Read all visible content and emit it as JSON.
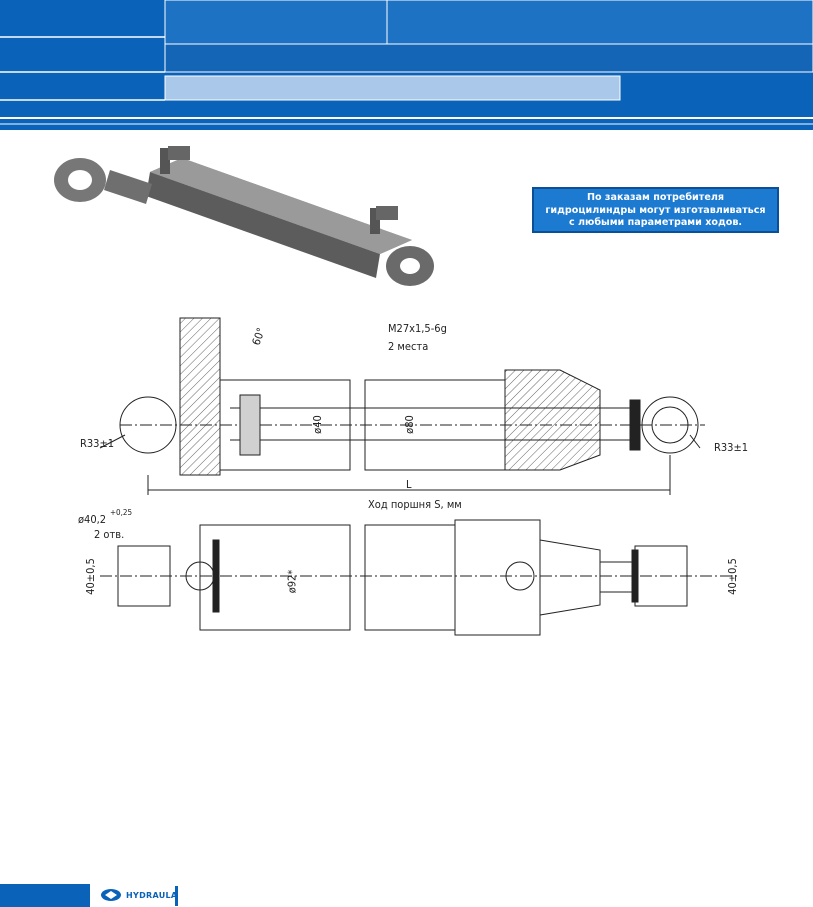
{
  "note": {
    "line1": "По заказам потребителя",
    "line2": "гидроцилиндры могут изготавливаться",
    "line3": "с любыми параметрами ходов."
  },
  "drawing": {
    "thread_label": "М27х1,5-6g",
    "thread_count": "2 места",
    "angle": "60°",
    "radius_left": "R33±1",
    "radius_right": "R33±1",
    "rod_dia": "ø40",
    "bore_dia": "ø80",
    "length_symbol": "L",
    "stroke_label": "Ход поршня S, мм",
    "hole_dia": "ø40,2",
    "hole_tol": "+0,25",
    "hole_count": "2 отв.",
    "width_left": "40±0,5",
    "width_right": "40±0,5",
    "body_dia": "ø92*"
  },
  "footer": {
    "brand": "HYDRAULA"
  },
  "colors": {
    "brand_blue": "#0a63b8",
    "note_bg": "#1c7ad1"
  }
}
